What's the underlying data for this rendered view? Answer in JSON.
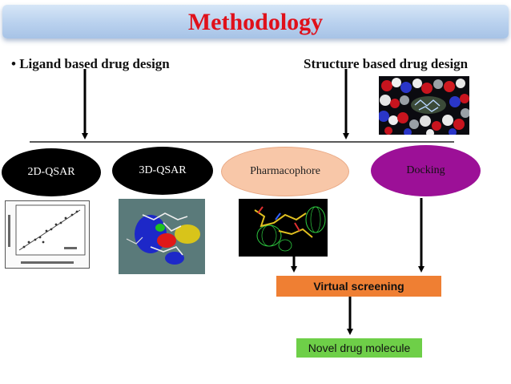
{
  "title": "Methodology",
  "headings": {
    "left": "• Ligand based drug design",
    "right": "Structure based drug design"
  },
  "methods": {
    "qsar2d": "2D-QSAR",
    "qsar3d": "3D-QSAR",
    "pharmacophore": "Pharmacophore",
    "docking": "Docking"
  },
  "steps": {
    "virtual_screening": "Virtual screening",
    "novel_drug": "Novel drug molecule"
  },
  "colors": {
    "title": "#e0101a",
    "pharmacophore_fill": "#f8c7a8",
    "docking_fill": "#9c1097",
    "virtual_screening_fill": "#ef7f33",
    "novel_drug_fill": "#6ecf48"
  }
}
